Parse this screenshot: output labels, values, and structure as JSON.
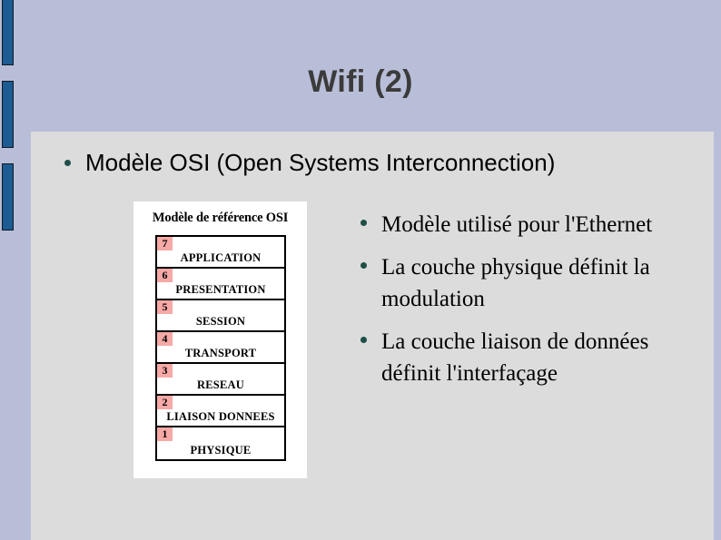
{
  "slide": {
    "title": "Wifi (2)",
    "heading": "Modèle OSI (Open Systems Interconnection)",
    "accent_blue": "#1c5c92",
    "band_lavender": "#b9bed8",
    "panel_gray": "#dcdcdc",
    "bullet_color": "#1e4f47",
    "badge_pink": "#f6a9a6",
    "title_color": "#3b3b3b"
  },
  "osi_figure": {
    "caption": "Modèle de référence OSI",
    "layers": [
      {
        "number": "7",
        "name": "APPLICATION"
      },
      {
        "number": "6",
        "name": "PRESENTATION"
      },
      {
        "number": "5",
        "name": "SESSION"
      },
      {
        "number": "4",
        "name": "TRANSPORT"
      },
      {
        "number": "3",
        "name": "RESEAU"
      },
      {
        "number": "2",
        "name": "LIAISON DONNEES"
      },
      {
        "number": "1",
        "name": "PHYSIQUE"
      }
    ]
  },
  "bullets": [
    "Modèle utilisé pour l'Ethernet",
    "La couche physique définit la modulation",
    "La couche liaison de données définit l'interfaçage"
  ]
}
